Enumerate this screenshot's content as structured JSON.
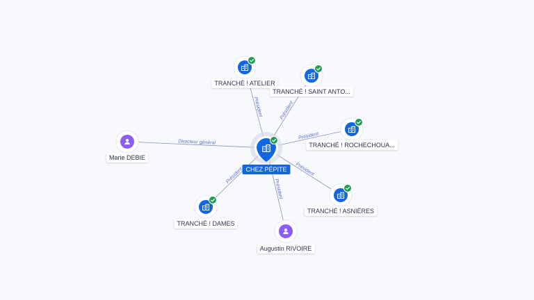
{
  "center": {
    "label": "CHEZ PÉPITE",
    "icon": "company-icon",
    "verified": true
  },
  "companies": [
    {
      "id": "atelier",
      "label": "TRANCHÉ ! ATELIER",
      "icon": "company-icon",
      "verified": true,
      "relation": "Président"
    },
    {
      "id": "saint-anto",
      "label": "TRANCHÉ ! SAINT ANTO...",
      "icon": "company-icon",
      "verified": true,
      "relation": "Président"
    },
    {
      "id": "rochechoua",
      "label": "TRANCHÉ ! ROCHECHOUA...",
      "icon": "company-icon",
      "verified": true,
      "relation": "Président"
    },
    {
      "id": "asnieres",
      "label": "TRANCHÉ ! ASNIÈRES",
      "icon": "company-icon",
      "verified": true,
      "relation": "Président"
    },
    {
      "id": "dames",
      "label": "TRANCHÉ ! DAMES",
      "icon": "company-icon",
      "verified": true,
      "relation": "Président"
    }
  ],
  "people": [
    {
      "id": "debie",
      "label": "Marie DEBIE",
      "icon": "person-icon",
      "relation": "Directeur général"
    },
    {
      "id": "rivoire",
      "label": "Augustin RIVOIRE",
      "icon": "person-icon",
      "relation": "Président"
    }
  ],
  "colors": {
    "company": "#1266e0",
    "person": "#8b5cf6",
    "verified": "#1f9d55",
    "edge": "#8a93b8",
    "edge_label": "#5a6fd6"
  }
}
